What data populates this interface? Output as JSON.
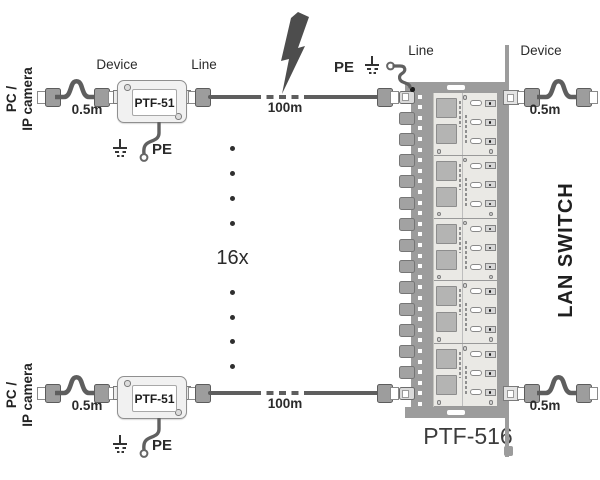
{
  "labels": {
    "endpoint_line1": "PC /",
    "endpoint_line2": "IP camera",
    "device": "Device",
    "line": "Line",
    "pe": "PE",
    "short_cable": "0.5m",
    "long_cable": "100m",
    "multiplier": "16x",
    "surge_protector": "PTF-51",
    "patch_panel": "PTF-516",
    "lan_switch": "LAN SWITCH"
  },
  "panel": {
    "port_tabs": 15,
    "vent_holes": 30,
    "modules": 5
  },
  "dots": {
    "top_count": 4,
    "bottom_count": 4
  },
  "colors": {
    "cable": "#5e5e5e",
    "panel": "#9c9c9c",
    "pcb": "#eae9e5",
    "component": "#b4b4b3",
    "text": "#2d2d2d",
    "bolt": "#4d4d4d"
  }
}
